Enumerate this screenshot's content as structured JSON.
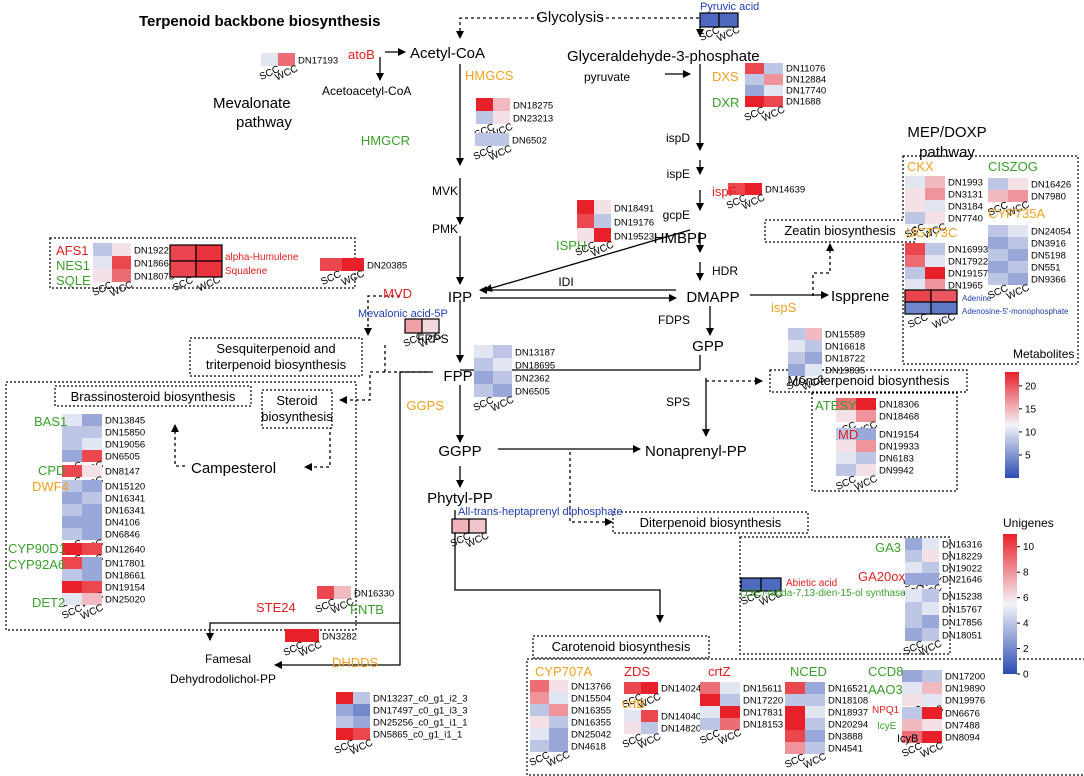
{
  "colors": {
    "low": "#2b4cb3",
    "mid": "#f4f4f8",
    "high": "#e8202a",
    "enzyme_green": "#3aa02a",
    "enzyme_orange": "#f0a21e",
    "enzyme_red": "#e01e1e",
    "metabolite_blue": "#1f3fb0",
    "text": "#000000"
  },
  "texts": [
    {
      "id": "title",
      "text": "Terpenoid backbone biosynthesis",
      "role": "title"
    },
    {
      "id": "glycolysis",
      "text": "Glycolysis",
      "role": "compound"
    },
    {
      "id": "acetyl_coa",
      "text": "Acetyl-CoA",
      "role": "compound"
    },
    {
      "id": "acetoacetyl_coa",
      "text": "Acetoacetyl-CoA",
      "role": "compound_small"
    },
    {
      "id": "mvk",
      "text": "MVK",
      "role": "compound_small"
    },
    {
      "id": "pmk",
      "text": "PMK",
      "role": "compound_small"
    },
    {
      "id": "ipp",
      "text": "IPP",
      "role": "compound"
    },
    {
      "id": "fpps",
      "text": "FPPS",
      "role": "compound_small"
    },
    {
      "id": "fpp",
      "text": "FPP",
      "role": "compound"
    },
    {
      "id": "ggpp",
      "text": "GGPP",
      "role": "compound"
    },
    {
      "id": "phytyl_pp",
      "text": "Phytyl-PP",
      "role": "compound"
    },
    {
      "id": "famesal",
      "text": "Famesal",
      "role": "compound_small"
    },
    {
      "id": "dehydrodolichol",
      "text": "Dehydrodolichol-PP",
      "role": "compound_small"
    },
    {
      "id": "mevalonate",
      "text": "Mevalonate",
      "role": "compound"
    },
    {
      "id": "mevalonate2",
      "text": "pathway",
      "role": "compound"
    },
    {
      "id": "ga3p",
      "text": "Glyceraldehyde-3-phosphate",
      "role": "compound"
    },
    {
      "id": "pyruvate",
      "text": "pyruvate",
      "role": "compound_small"
    },
    {
      "id": "ispd",
      "text": "ispD",
      "role": "compound_small"
    },
    {
      "id": "ispe",
      "text": "ispE",
      "role": "compound_small"
    },
    {
      "id": "gcpe",
      "text": "gcpE",
      "role": "compound_small"
    },
    {
      "id": "hmbpp",
      "text": "HMBPP",
      "role": "compound"
    },
    {
      "id": "hdr",
      "text": "HDR",
      "role": "compound_small"
    },
    {
      "id": "dmapp",
      "text": "DMAPP",
      "role": "compound"
    },
    {
      "id": "idi",
      "text": "IDI",
      "role": "compound_small"
    },
    {
      "id": "fdps",
      "text": "FDPS",
      "role": "compound_small"
    },
    {
      "id": "gpp",
      "text": "GPP",
      "role": "compound"
    },
    {
      "id": "sps",
      "text": "SPS",
      "role": "compound_small"
    },
    {
      "id": "nonaprenyl",
      "text": "Nonaprenyl-PP",
      "role": "compound"
    },
    {
      "id": "isoprene",
      "text": "Ispprene",
      "role": "compound"
    },
    {
      "id": "campesterol",
      "text": "Campesterol",
      "role": "compound"
    },
    {
      "id": "mep1",
      "text": "MEP/DOXP",
      "role": "compound"
    },
    {
      "id": "mep2",
      "text": "pathway",
      "role": "compound"
    },
    {
      "id": "metabolites",
      "text": "Metabolites",
      "role": "compound_small"
    },
    {
      "id": "unigenes",
      "text": "Unigenes",
      "role": "compound_small"
    },
    {
      "id": "icyb",
      "text": "IcyB",
      "role": "compound_tiny"
    },
    {
      "id": "atob",
      "text": "atoB",
      "role": "enzyme_red"
    },
    {
      "id": "hmgcs",
      "text": "HMGCS",
      "role": "enzyme_orange"
    },
    {
      "id": "hmgcr",
      "text": "HMGCR",
      "role": "enzyme_green"
    },
    {
      "id": "mvd",
      "text": "MVD",
      "role": "enzyme_red"
    },
    {
      "id": "ggps",
      "text": "GGPS",
      "role": "enzyme_orange"
    },
    {
      "id": "ste24",
      "text": "STE24",
      "role": "enzyme_red"
    },
    {
      "id": "fntb",
      "text": "FNTB",
      "role": "enzyme_green"
    },
    {
      "id": "dhdds",
      "text": "DHDDS",
      "role": "enzyme_orange"
    },
    {
      "id": "dxs",
      "text": "DXS",
      "role": "enzyme_orange"
    },
    {
      "id": "dxr",
      "text": "DXR",
      "role": "enzyme_green"
    },
    {
      "id": "ispf",
      "text": "ispF",
      "role": "enzyme_red"
    },
    {
      "id": "isph",
      "text": "ISPH",
      "role": "enzyme_green"
    },
    {
      "id": "isps",
      "text": "ispS",
      "role": "enzyme_orange"
    },
    {
      "id": "afs1",
      "text": "AFS1",
      "role": "enzyme_red"
    },
    {
      "id": "nes1",
      "text": "NES1",
      "role": "enzyme_green"
    },
    {
      "id": "sqle",
      "text": "SQLE",
      "role": "enzyme_green"
    },
    {
      "id": "bas1",
      "text": "BAS1",
      "role": "enzyme_green"
    },
    {
      "id": "cpd",
      "text": "CPD",
      "role": "enzyme_green"
    },
    {
      "id": "dwf4",
      "text": "DWF4",
      "role": "enzyme_orange"
    },
    {
      "id": "cyp90d1",
      "text": "CYP90D1",
      "role": "enzyme_green"
    },
    {
      "id": "cyp92a6",
      "text": "CYP92A6",
      "role": "enzyme_green"
    },
    {
      "id": "det2",
      "text": "DET2",
      "role": "enzyme_green"
    },
    {
      "id": "ckx",
      "text": "CKX",
      "role": "enzyme_orange"
    },
    {
      "id": "ciszog",
      "text": "CISZOG",
      "role": "enzyme_green"
    },
    {
      "id": "ugt73c",
      "text": "UGT73C",
      "role": "enzyme_orange"
    },
    {
      "id": "cyp735a",
      "text": "CYP735A",
      "role": "enzyme_orange"
    },
    {
      "id": "atesy",
      "text": "ATESY",
      "role": "enzyme_green"
    },
    {
      "id": "md",
      "text": "MD",
      "role": "enzyme_red"
    },
    {
      "id": "ga3",
      "text": "GA3",
      "role": "enzyme_green"
    },
    {
      "id": "ga20ox",
      "text": "GA20ox",
      "role": "enzyme_red"
    },
    {
      "id": "labda",
      "text": "(13E)-labda-7,13-dien-15-ol synthase",
      "role": "enzyme_green_small"
    },
    {
      "id": "cyp707a",
      "text": "CYP707A",
      "role": "enzyme_orange"
    },
    {
      "id": "zds",
      "text": "ZDS",
      "role": "enzyme_red"
    },
    {
      "id": "crtb",
      "text": "crtB",
      "role": "enzyme_orange"
    },
    {
      "id": "crtz",
      "text": "crtZ",
      "role": "enzyme_red"
    },
    {
      "id": "nced",
      "text": "NCED",
      "role": "enzyme_green"
    },
    {
      "id": "ccd8",
      "text": "CCD8",
      "role": "enzyme_green"
    },
    {
      "id": "aao3",
      "text": "AAO3",
      "role": "enzyme_green"
    },
    {
      "id": "npq1",
      "text": "NPQ1",
      "role": "enzyme_red_small"
    },
    {
      "id": "icye",
      "text": "IcyE",
      "role": "enzyme_green_small"
    },
    {
      "id": "pyruvic",
      "text": "Pyruvic acid",
      "role": "metabolite"
    },
    {
      "id": "mevalonic",
      "text": "Mevalonic acid-5P",
      "role": "metabolite"
    },
    {
      "id": "adenine",
      "text": "Adenine",
      "role": "metabolite_tiny"
    },
    {
      "id": "adenosine",
      "text": "Adenosine-5'-monophosphate",
      "role": "metabolite_tiny"
    },
    {
      "id": "heptaprenyl",
      "text": "All-trans-heptaprenyl diphosphate",
      "role": "metabolite"
    },
    {
      "id": "humulene",
      "text": "alpha-Humulene",
      "role": "enzyme_red_small"
    },
    {
      "id": "squalene",
      "text": "Squalene",
      "role": "enzyme_red_small"
    },
    {
      "id": "abietic",
      "text": "Abietic acid",
      "role": "enzyme_red_small"
    }
  ],
  "boxes": [
    {
      "id": "sesqui",
      "label": "Sesquiterpenoid and",
      "label2": "triterpenoid biosynthesis"
    },
    {
      "id": "steroid",
      "label": "Steroid",
      "label2": "biosynthesis"
    },
    {
      "id": "brassino",
      "label": "Brassinosteroid biosynthesis"
    },
    {
      "id": "zeatin",
      "label": "Zeatin biosynthesis"
    },
    {
      "id": "monoterp",
      "label": "Monoterpenoid biosynthesis"
    },
    {
      "id": "diterp",
      "label": "Diterpenoid biosynthesis"
    },
    {
      "id": "carot",
      "label": "Carotenoid biosynthesis"
    }
  ],
  "heatmaps": [
    {
      "id": "hm_atob",
      "genes": [
        "DN17193"
      ],
      "values": [
        [
          5,
          9
        ]
      ]
    },
    {
      "id": "hm_hmgcs",
      "genes": [
        "DN18275",
        "DN23213"
      ],
      "values": [
        [
          11,
          7
        ],
        [
          4,
          6
        ]
      ]
    },
    {
      "id": "hm_hmgcr",
      "genes": [
        "DN6502"
      ],
      "values": [
        [
          4,
          4
        ]
      ]
    },
    {
      "id": "hm_mvd",
      "genes": [
        "DN20385"
      ],
      "values": [
        [
          10,
          11
        ]
      ]
    },
    {
      "id": "hm_ggps",
      "genes": [
        "DN13187",
        "DN18695",
        "DN2362",
        "DN6505"
      ],
      "values": [
        [
          5,
          4
        ],
        [
          4,
          5
        ],
        [
          3,
          4
        ],
        [
          4,
          3
        ]
      ]
    },
    {
      "id": "hm_fntb",
      "genes": [
        "DN16330"
      ],
      "values": [
        [
          10,
          7
        ]
      ]
    },
    {
      "id": "hm_ste24",
      "genes": [
        "DN3282"
      ],
      "values": [
        [
          11,
          13
        ]
      ]
    },
    {
      "id": "hm_dhdds",
      "genes": [
        "DN13237_c0_g1_i2_3",
        "DN17497_c0_g1_i3_3",
        "DN25256_c0_g1_i1_1",
        "DN5865_c0_g1_i1_1"
      ],
      "values": [
        [
          22,
          4
        ],
        [
          3,
          2
        ],
        [
          4,
          3
        ],
        [
          13,
          10
        ]
      ]
    },
    {
      "id": "hm_dxs",
      "genes": [
        "DN11076",
        "DN12884",
        "DN17740",
        "DN1688"
      ],
      "values": [
        [
          10,
          4
        ],
        [
          4,
          8
        ],
        [
          3,
          5
        ],
        [
          12,
          10
        ]
      ]
    },
    {
      "id": "hm_ispf",
      "genes": [
        "DN14639"
      ],
      "values": [
        [
          10,
          13
        ]
      ]
    },
    {
      "id": "hm_isph",
      "genes": [
        "DN18491",
        "DN19176",
        "DN19523"
      ],
      "values": [
        [
          11,
          6
        ],
        [
          10,
          4
        ],
        [
          6,
          12
        ]
      ]
    },
    {
      "id": "hm_isps",
      "genes": [
        "DN15589",
        "DN16618",
        "DN18722",
        "DN19835"
      ],
      "values": [
        [
          4,
          7
        ],
        [
          5,
          4
        ],
        [
          4,
          3
        ],
        [
          3,
          5
        ]
      ]
    },
    {
      "id": "hm_afs",
      "genes": [
        "DN19227",
        "DN18667",
        "DN18075"
      ],
      "values": [
        [
          4,
          6
        ],
        [
          5,
          10
        ],
        [
          6,
          9
        ]
      ]
    },
    {
      "id": "hm_bas1",
      "genes": [
        "DN13845",
        "DN15850",
        "DN19056",
        "DN6505"
      ],
      "values": [
        [
          5,
          3
        ],
        [
          4,
          4
        ],
        [
          4,
          5
        ],
        [
          3,
          10
        ]
      ]
    },
    {
      "id": "hm_cpd",
      "genes": [
        "DN8147"
      ],
      "values": [
        [
          10,
          6
        ]
      ]
    },
    {
      "id": "hm_dwf4",
      "genes": [
        "DN15120",
        "DN16341",
        "DN16341",
        "DN4106",
        "DN6846"
      ],
      "values": [
        [
          4,
          3
        ],
        [
          3,
          4
        ],
        [
          4,
          3
        ],
        [
          3,
          3
        ],
        [
          4,
          3
        ]
      ]
    },
    {
      "id": "hm_cyp90",
      "genes": [
        "DN12640"
      ],
      "values": [
        [
          16,
          10
        ]
      ]
    },
    {
      "id": "hm_cyp92",
      "genes": [
        "DN17801",
        "DN18661",
        "DN19154"
      ],
      "values": [
        [
          10,
          3
        ],
        [
          4,
          3
        ],
        [
          15,
          10
        ]
      ]
    },
    {
      "id": "hm_det2",
      "genes": [
        "DN25020"
      ],
      "values": [
        [
          5,
          7
        ]
      ]
    },
    {
      "id": "hm_ckx",
      "genes": [
        "DN1993",
        "DN3131",
        "DN3184",
        "DN7740"
      ],
      "values": [
        [
          5,
          7
        ],
        [
          6,
          8
        ],
        [
          6,
          5
        ],
        [
          4,
          6
        ]
      ]
    },
    {
      "id": "hm_ciszog",
      "genes": [
        "DN16426",
        "DN7980"
      ],
      "values": [
        [
          4,
          6
        ],
        [
          7,
          8
        ]
      ]
    },
    {
      "id": "hm_ugt",
      "genes": [
        "DN16993",
        "DN17922",
        "DN19157",
        "DN1965"
      ],
      "values": [
        [
          10,
          4
        ],
        [
          9,
          5
        ],
        [
          4,
          17
        ],
        [
          5,
          8
        ]
      ]
    },
    {
      "id": "hm_cyp735",
      "genes": [
        "DN24054",
        "DN3916",
        "DN5198",
        "DN551",
        "DN9366"
      ],
      "values": [
        [
          4,
          5
        ],
        [
          3,
          4
        ],
        [
          4,
          3
        ],
        [
          3,
          4
        ],
        [
          4,
          3
        ]
      ]
    },
    {
      "id": "hm_atesy",
      "genes": [
        "DN18306",
        "DN18468"
      ],
      "values": [
        [
          9,
          14
        ],
        [
          6,
          8
        ]
      ]
    },
    {
      "id": "hm_md",
      "genes": [
        "DN19154",
        "DN19933",
        "DN6183",
        "DN9942"
      ],
      "values": [
        [
          4,
          3
        ],
        [
          6,
          8
        ],
        [
          5,
          4
        ],
        [
          4,
          6
        ]
      ]
    },
    {
      "id": "hm_ga3",
      "genes": [
        "DN16316",
        "DN18229",
        "DN19022"
      ],
      "values": [
        [
          3,
          5
        ],
        [
          4,
          6
        ],
        [
          5,
          4
        ]
      ]
    },
    {
      "id": "hm_ga20",
      "genes": [
        "DN21646"
      ],
      "values": [
        [
          3,
          3
        ]
      ]
    },
    {
      "id": "hm_labda",
      "genes": [
        "DN15238",
        "DN15767",
        "DN17856",
        "DN18051"
      ],
      "values": [
        [
          5,
          4
        ],
        [
          4,
          5
        ],
        [
          4,
          3
        ],
        [
          3,
          4
        ]
      ]
    },
    {
      "id": "hm_cyp707",
      "genes": [
        "DN13766",
        "DN15504",
        "DN16355",
        "DN16355",
        "DN25042",
        "DN4618"
      ],
      "values": [
        [
          9,
          6
        ],
        [
          8,
          5
        ],
        [
          4,
          8
        ],
        [
          6,
          4
        ],
        [
          5,
          3
        ],
        [
          4,
          3
        ]
      ]
    },
    {
      "id": "hm_zds",
      "genes": [
        "DN14024"
      ],
      "values": [
        [
          10,
          11
        ]
      ]
    },
    {
      "id": "hm_crtb",
      "genes": [
        "DN14040",
        "DN14820"
      ],
      "values": [
        [
          5,
          10
        ],
        [
          6,
          4
        ]
      ]
    },
    {
      "id": "hm_crtz",
      "genes": [
        "DN15611",
        "DN17220",
        "DN17831",
        "DN18153"
      ],
      "values": [
        [
          9,
          5
        ],
        [
          11,
          4
        ],
        [
          5,
          12
        ],
        [
          4,
          9
        ]
      ]
    },
    {
      "id": "hm_nced",
      "genes": [
        "DN16521",
        "DN18108",
        "DN18937",
        "DN20294",
        "DN3888",
        "DN4541"
      ],
      "values": [
        [
          10,
          3
        ],
        [
          4,
          4
        ],
        [
          14,
          5
        ],
        [
          11,
          4
        ],
        [
          10,
          3
        ],
        [
          8,
          4
        ]
      ]
    },
    {
      "id": "hm_ccd8",
      "genes": [
        "DN17200",
        "DN19890",
        "DN19976"
      ],
      "values": [
        [
          3,
          4
        ],
        [
          5,
          7
        ],
        [
          6,
          5
        ]
      ]
    },
    {
      "id": "hm_npq1",
      "genes": [
        "DN6676",
        "DN7488",
        "DN8094"
      ],
      "values": [
        [
          4,
          11
        ],
        [
          7,
          6
        ],
        [
          9,
          11
        ]
      ]
    }
  ],
  "metabolite_heatmaps": [
    {
      "id": "mh_pyruvic",
      "values": [
        [
          2,
          2
        ]
      ]
    },
    {
      "id": "mh_mevalonic",
      "values": [
        [
          16,
          13
        ]
      ]
    },
    {
      "id": "mh_humsq",
      "values": [
        [
          21,
          22
        ],
        [
          21,
          22
        ]
      ]
    },
    {
      "id": "mh_adenine",
      "values": [
        [
          21,
          20
        ],
        [
          4,
          3
        ]
      ]
    },
    {
      "id": "mh_heptaprenyl",
      "values": [
        [
          15,
          14
        ]
      ]
    },
    {
      "id": "mh_abietic",
      "values": [
        [
          2,
          2
        ]
      ]
    }
  ],
  "col_labels": [
    "SCC",
    "WCC"
  ],
  "legend_metab": {
    "ticks": [
      "20",
      "15",
      "10",
      "5"
    ],
    "range": [
      0,
      23
    ]
  },
  "legend_unigene": {
    "ticks": [
      "10",
      "8",
      "6",
      "4",
      "2",
      "0"
    ],
    "range": [
      0,
      11
    ]
  }
}
